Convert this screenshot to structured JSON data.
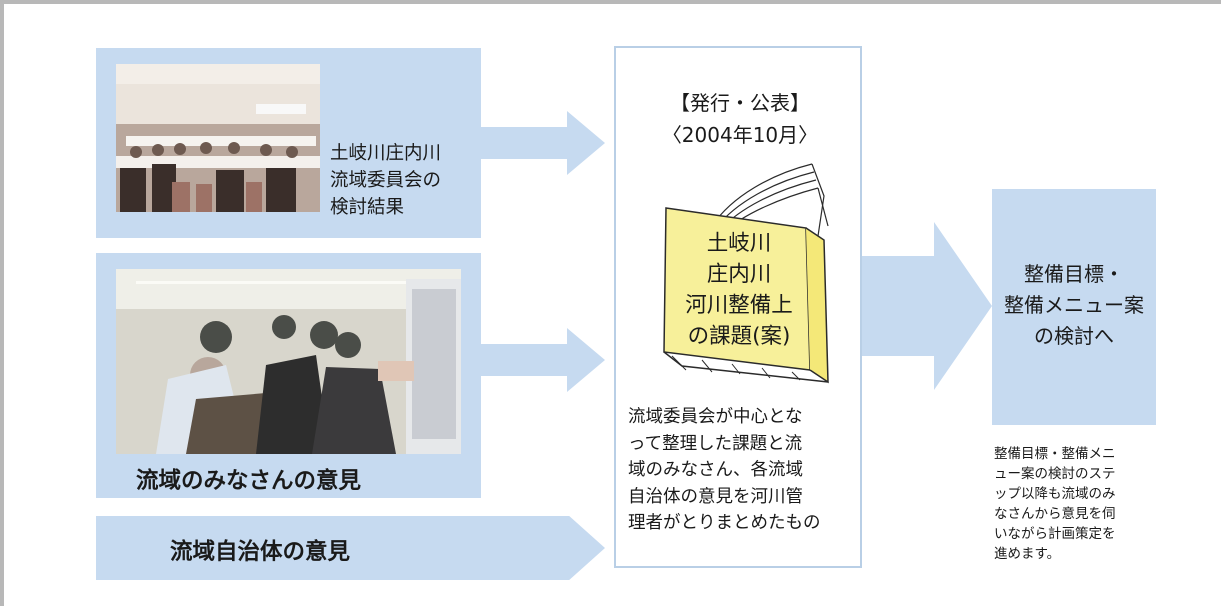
{
  "left_panels": {
    "committee": {
      "lines": [
        "土岐川庄内川",
        "流域委員会の",
        "検討結果"
      ]
    },
    "residents": {
      "caption": "流域のみなさんの意見"
    },
    "municipalities": {
      "caption": "流域自治体の意見"
    }
  },
  "center": {
    "heading": "【発行・公表】",
    "date": "〈2004年10月〉",
    "book_lines": [
      "土岐川",
      "庄内川",
      "河川整備上",
      "の課題(案)"
    ],
    "description_lines": [
      "流域委員会が中心とな",
      "って整理した課題と流",
      "域のみなさん、各流域",
      "自治体の意見を河川管",
      "理者がとりまとめたもの"
    ]
  },
  "result": {
    "lines": [
      "整備目標・",
      "整備メニュー案",
      "の検討へ"
    ],
    "note_lines": [
      "整備目標・整備メニ",
      "ュー案の検討のステ",
      "ップ以降も流域のみ",
      "なさんから意見を伺",
      "いながら計画策定を",
      "進めます。"
    ]
  },
  "colors": {
    "panel": "#c6daf0",
    "book": "#f7f09a",
    "frame": "#b8b8b8"
  }
}
